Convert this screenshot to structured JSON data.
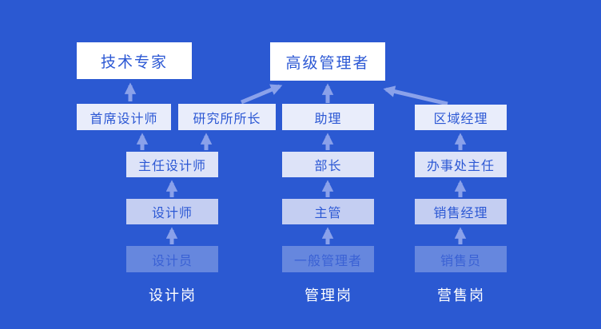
{
  "colors": {
    "background": "#2b59d2",
    "arrow": "#8aa1ea",
    "node_text": "#2c58d4",
    "bottom_node_text": "#3a61d4",
    "column_label_text": "#ffffff",
    "node_fill_1": "#ffffff",
    "node_fill_2": "#e9edfb",
    "node_fill_3": "#dde3f8",
    "node_fill_4": "#c4cef2",
    "node_fill_5": "rgba(255,255,255,0.28)"
  },
  "nodes": [
    {
      "id": "tech-expert",
      "label": "技术专家",
      "tier": 1
    },
    {
      "id": "senior-manager",
      "label": "高级管理者",
      "tier": 1
    },
    {
      "id": "chief-designer",
      "label": "首席设计师",
      "tier": 2
    },
    {
      "id": "institute-director",
      "label": "研究所所长",
      "tier": 2
    },
    {
      "id": "assistant",
      "label": "助理",
      "tier": 2
    },
    {
      "id": "regional-manager",
      "label": "区域经理",
      "tier": 2
    },
    {
      "id": "director-designer",
      "label": "主任设计师",
      "tier": 3
    },
    {
      "id": "dept-head",
      "label": "部长",
      "tier": 3
    },
    {
      "id": "office-director",
      "label": "办事处主任",
      "tier": 3
    },
    {
      "id": "designer",
      "label": "设计师",
      "tier": 4
    },
    {
      "id": "supervisor",
      "label": "主管",
      "tier": 4
    },
    {
      "id": "sales-manager",
      "label": "销售经理",
      "tier": 4
    },
    {
      "id": "design-staff",
      "label": "设计员",
      "tier": 5
    },
    {
      "id": "general-manager",
      "label": "一般管理者",
      "tier": 5
    },
    {
      "id": "salesperson",
      "label": "销售员",
      "tier": 5
    }
  ],
  "column_labels": [
    {
      "id": "design-post",
      "label": "设计岗"
    },
    {
      "id": "management-post",
      "label": "管理岗"
    },
    {
      "id": "sales-post",
      "label": "营售岗"
    }
  ],
  "edges": [
    {
      "from": "设计员",
      "to": "设计师"
    },
    {
      "from": "设计师",
      "to": "主任设计师"
    },
    {
      "from": "主任设计师",
      "to": "首席设计师"
    },
    {
      "from": "主任设计师",
      "to": "研究所所长"
    },
    {
      "from": "首席设计师",
      "to": "技术专家"
    },
    {
      "from": "研究所所长",
      "to": "高级管理者"
    },
    {
      "from": "一般管理者",
      "to": "主管"
    },
    {
      "from": "主管",
      "to": "部长"
    },
    {
      "from": "部长",
      "to": "助理"
    },
    {
      "from": "助理",
      "to": "高级管理者"
    },
    {
      "from": "销售员",
      "to": "销售经理"
    },
    {
      "from": "销售经理",
      "to": "办事处主任"
    },
    {
      "from": "办事处主任",
      "to": "区域经理"
    },
    {
      "from": "区域经理",
      "to": "高级管理者"
    }
  ]
}
